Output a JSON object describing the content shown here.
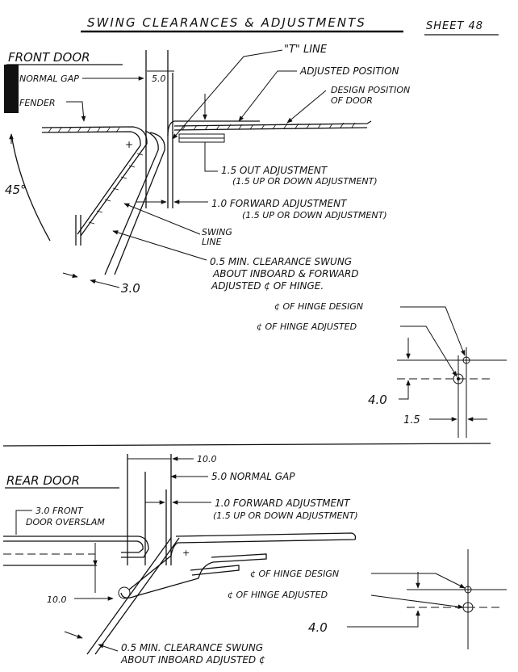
{
  "header": {
    "title": "SWING CLEARANCES & ADJUSTMENTS",
    "sheet": "SHEET 48"
  },
  "front": {
    "title": "FRONT DOOR",
    "normal_gap": "NORMAL GAP",
    "fender": "FENDER",
    "gap_value": "5.0",
    "angle": "45°",
    "t_line": "\"T\" LINE",
    "adjusted_position": "ADJUSTED POSITION",
    "design_position_1": "DESIGN POSITION",
    "design_position_2": "OF DOOR",
    "out_adj_1": "1.5 OUT ADJUSTMENT",
    "out_adj_2": "(1.5 UP OR DOWN ADJUSTMENT)",
    "fwd_adj_1": "1.0 FORWARD ADJUSTMENT",
    "fwd_adj_2": "(1.5 UP OR DOWN ADJUSTMENT)",
    "swing_line_1": "SWING",
    "swing_line_2": "LINE",
    "clearance_1": "0.5 MIN. CLEARANCE SWUNG",
    "clearance_2": "ABOUT INBOARD & FORWARD",
    "clearance_3": "ADJUSTED ¢ OF HINGE.",
    "dim_3_0": "3.0",
    "hinge_design": "¢ OF HINGE DESIGN",
    "hinge_adjusted": "¢ OF HINGE ADJUSTED",
    "dim_4_0": "4.0",
    "dim_1_5": "1.5"
  },
  "rear": {
    "title": "REAR DOOR",
    "dim_10_top": "10.0",
    "normal_gap": "5.0 NORMAL GAP",
    "fwd_adj_1": "1.0 FORWARD ADJUSTMENT",
    "fwd_adj_2": "(1.5 UP OR DOWN ADJUSTMENT)",
    "overslam_1": "3.0 FRONT",
    "overslam_2": "DOOR OVERSLAM",
    "dim_10_left": "10.0",
    "hinge_design": "¢ OF HINGE DESIGN",
    "hinge_adjusted": "¢ OF HINGE ADJUSTED",
    "dim_4_0": "4.0",
    "clearance_1": "0.5 MIN. CLEARANCE SWUNG",
    "clearance_2": "ABOUT INBOARD ADJUSTED ¢"
  }
}
